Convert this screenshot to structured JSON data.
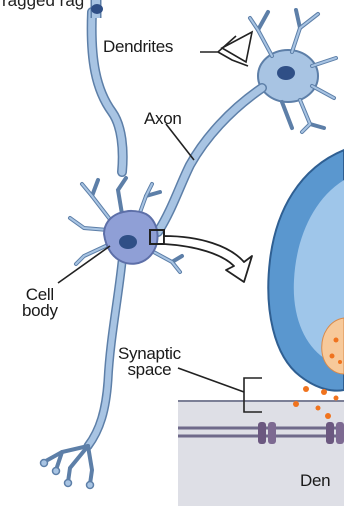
{
  "labels": {
    "top_fragment": "ragged rag",
    "dendrites": "Dendrites",
    "axon": "Axon",
    "cell_body_line1": "Cell",
    "cell_body_line2": "body",
    "synaptic_line1": "Synaptic",
    "synaptic_line2": "space",
    "dendrite_cut": "Den"
  },
  "colors": {
    "neuron_fill": "#a8c4e3",
    "neuron_stroke": "#5d7fa8",
    "neuron_dark": "#6f95c4",
    "nucleus": "#2f4f86",
    "cell_body_fill": "#8f9fd6",
    "terminal_fill": "#5a97cf",
    "terminal_inner": "#9fc6ea",
    "vesicle": "#f7c99a",
    "neurotransmitter": "#f0731e",
    "membrane_fill": "#dedfe6",
    "receptor": "#6b5880"
  }
}
